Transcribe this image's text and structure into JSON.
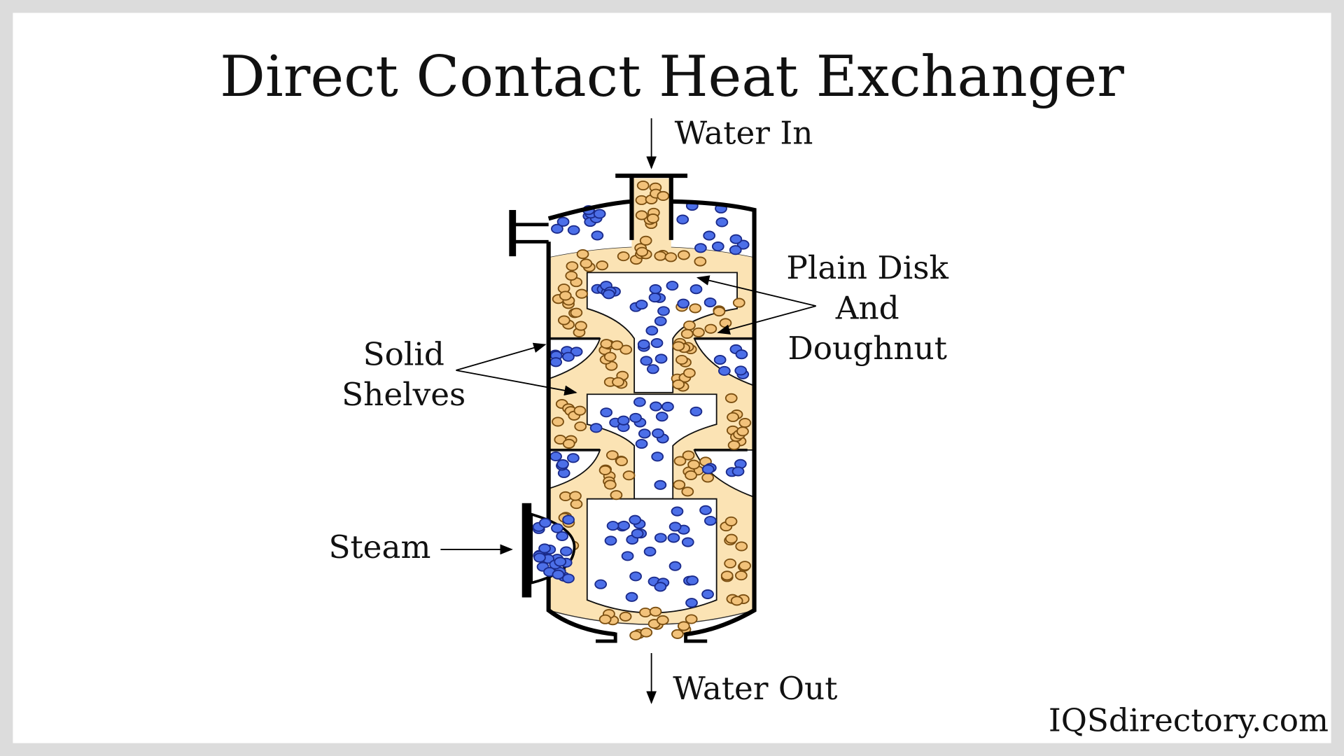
{
  "title": "Direct Contact Heat Exchanger",
  "labels": {
    "water_in": "Water In",
    "water_out": "Water Out",
    "plain_disk_line1": "Plain Disk",
    "plain_disk_line2": "And",
    "plain_disk_line3": "Doughnut",
    "solid_line1": "Solid",
    "solid_line2": "Shelves",
    "steam": "Steam"
  },
  "watermark": "IQSdirectory.com",
  "colors": {
    "water_fill": "#fbe3b4",
    "water_bubble": "#f2c27a",
    "steam_bubble": "#4c6fe8",
    "frame": "#dcdcdc"
  }
}
